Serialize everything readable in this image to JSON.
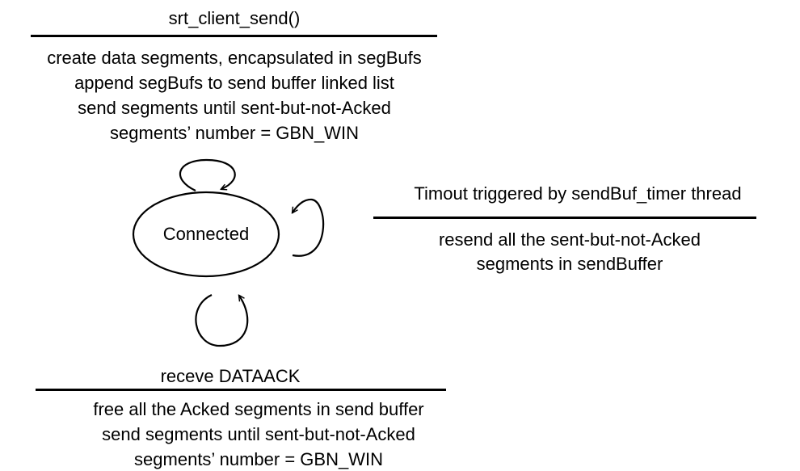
{
  "state": {
    "name": "Connected"
  },
  "transitions": {
    "send": {
      "event": "srt_client_send()",
      "actions": [
        "create data segments, encapsulated in segBufs",
        "append segBufs to send buffer linked list",
        "send segments until sent-but-not-Acked",
        "segments’ number = GBN_WIN"
      ]
    },
    "timeout": {
      "event": "Timout triggered by sendBuf_timer thread",
      "actions": [
        "resend all the sent-but-not-Acked",
        "segments in sendBuffer"
      ]
    },
    "ack": {
      "event": "receve DATAACK",
      "actions": [
        "free all the Acked segments in send buffer",
        "send segments until sent-but-not-Acked",
        "segments’ number = GBN_WIN"
      ]
    }
  },
  "colors": {
    "ink": "#000000",
    "background": "#ffffff"
  }
}
